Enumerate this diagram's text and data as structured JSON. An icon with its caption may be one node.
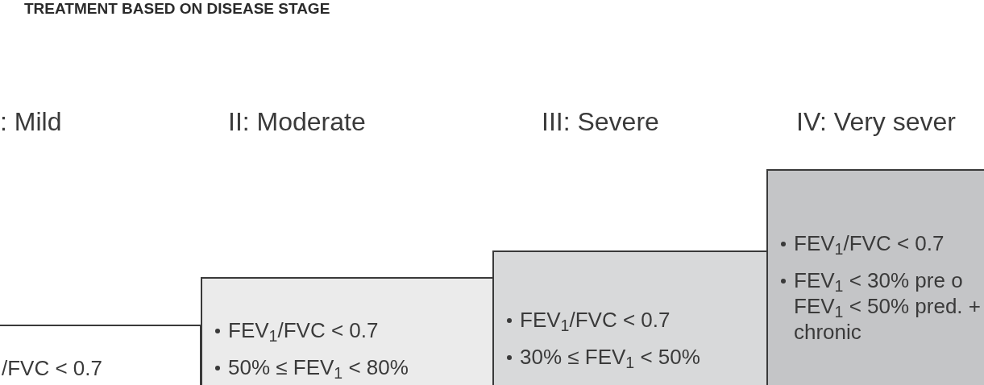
{
  "diagram": {
    "title": "TREATMENT BASED ON DISEASE STAGE",
    "nodes": [
      {
        "text": [
          "/FVC < 0.7"
        ]
      },
      {
        "text": [
          "FEV$_{1}$/FVC < 0.7",
          "50% ≤ FEV$_{1}$ < 80%"
        ]
      },
      {
        "text": [
          "FEV$_{1}$/FVC < 0.7",
          "30% ≤ FEV$_{1}$ < 50%"
        ]
      },
      {
        "text": [
          "FEV$_{1}$/FVC < 0.7",
          "FEV$_{1}$ < 30% pre o FEV$_{1}$ < 50% pred. + chronic"
        ]
      }
    ],
    "labels": [
      ": Mild",
      "II: Moderate",
      "III: Severe",
      "IV: Very sever"
    ]
  }
}
